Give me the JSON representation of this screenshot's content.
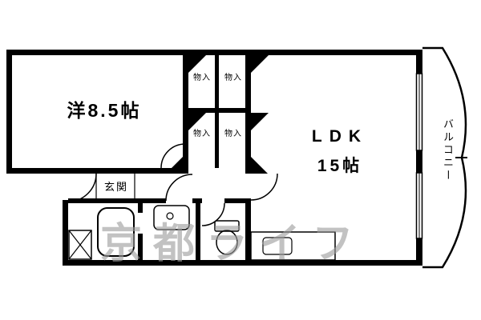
{
  "document": {
    "type": "floorplan"
  },
  "rooms": {
    "western": {
      "label": "洋8.5帖"
    },
    "ldk": {
      "name": "LDK",
      "size": "15帖"
    },
    "entrance": {
      "label": "玄関"
    },
    "balcony": {
      "label": "バルコニー"
    },
    "closets": [
      {
        "label": "物入"
      },
      {
        "label": "物入"
      },
      {
        "label": "物入"
      },
      {
        "label": "物入"
      }
    ]
  },
  "fixtures": {
    "bathtub": "bathtub-icon",
    "toilet": "toilet-icon",
    "washbasin": "washbasin-icon",
    "kitchen_counter": "kitchen-counter-icon",
    "meter_box": "meter-box-icon"
  },
  "watermark": {
    "text": "京都ライフ",
    "color": "#9e9e9e"
  },
  "colors": {
    "wall": "#000000",
    "background": "#ffffff",
    "line": "#000000"
  }
}
